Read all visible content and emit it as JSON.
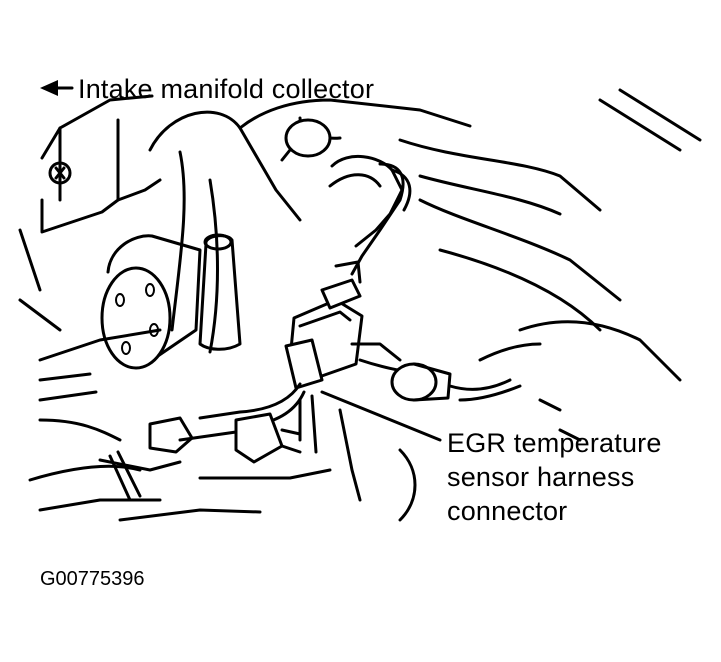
{
  "labels": {
    "intake": "Intake manifold collector",
    "egr_line1": "EGR temperature",
    "egr_line2": "sensor harness",
    "egr_line3": "connector"
  },
  "figure_id": "G00775396",
  "colors": {
    "line": "#000000",
    "background": "#ffffff"
  }
}
